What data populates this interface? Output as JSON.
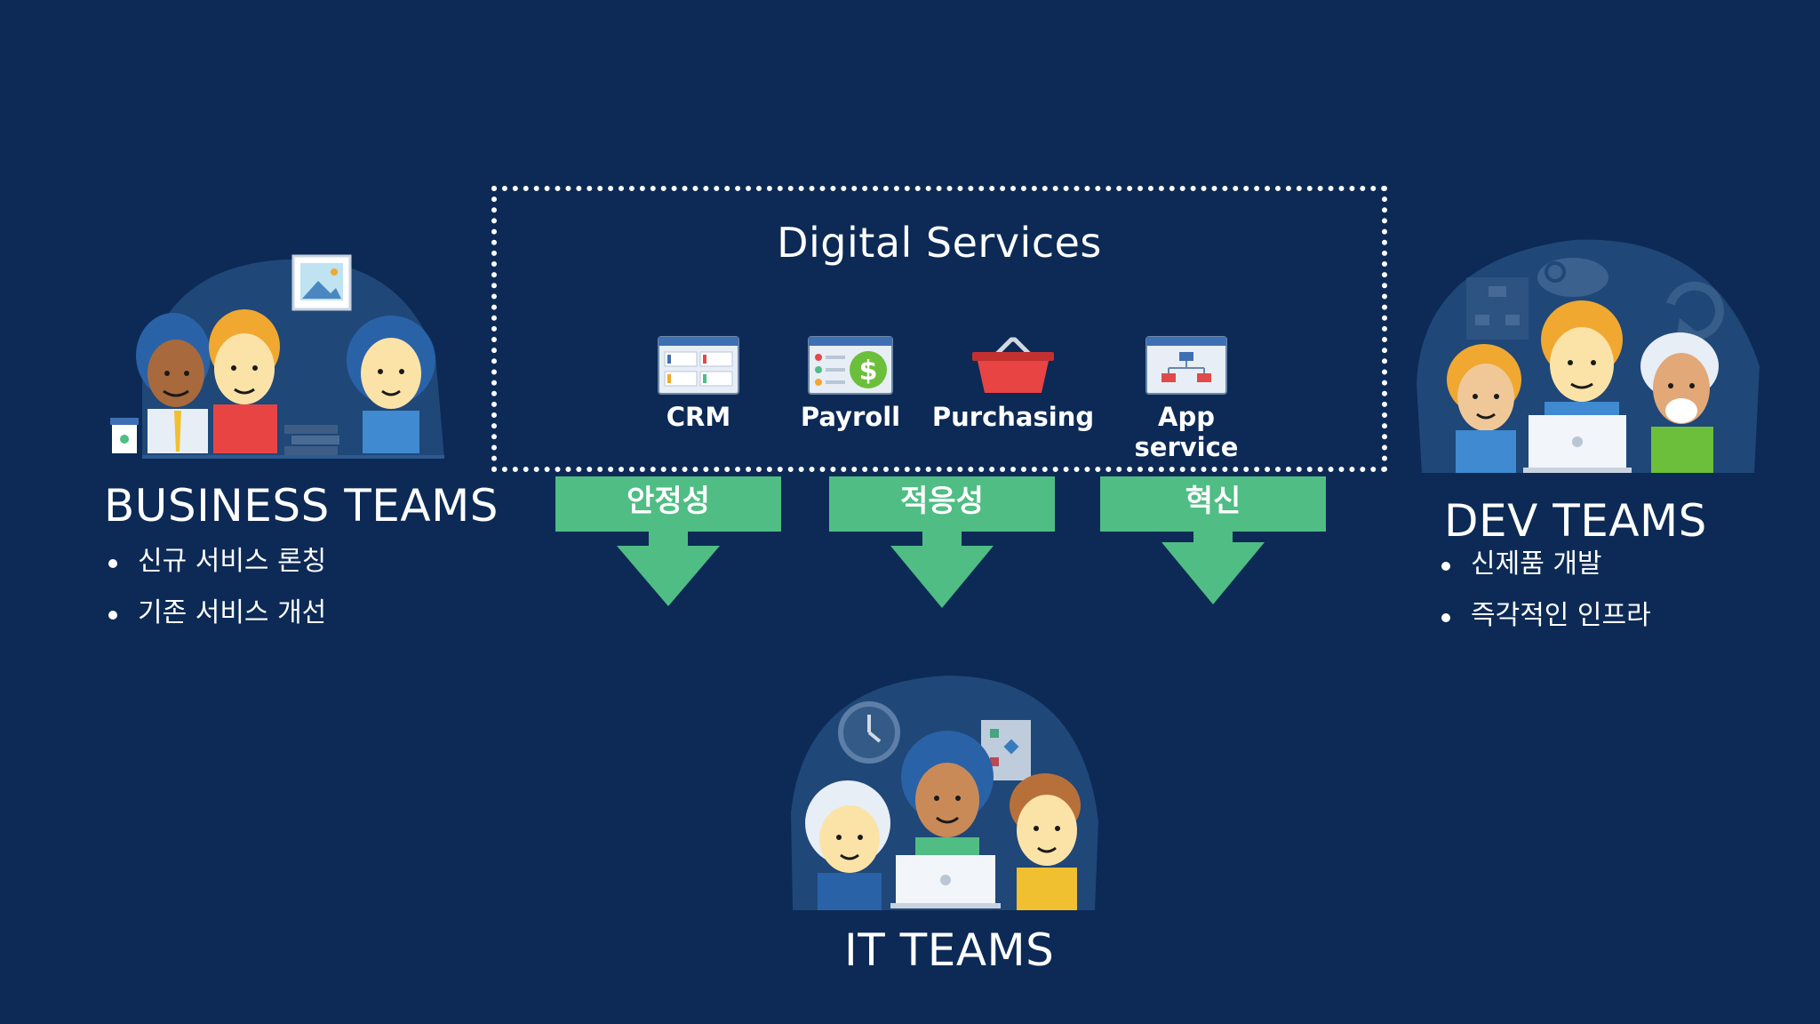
{
  "digital_services": {
    "title": "Digital Services",
    "services": [
      {
        "label": "CRM",
        "icon": "crm-window-icon"
      },
      {
        "label": "Payroll",
        "icon": "payroll-dollar-icon"
      },
      {
        "label": "Purchasing",
        "icon": "shopping-basket-icon"
      },
      {
        "label": "App service",
        "icon": "app-flowchart-icon"
      }
    ]
  },
  "arrows": [
    {
      "label": "안정성"
    },
    {
      "label": "적응성"
    },
    {
      "label": "혁신"
    }
  ],
  "business_teams": {
    "title": "BUSINESS TEAMS",
    "bullets": [
      "신규 서비스 론칭",
      "기존 서비스 개선"
    ]
  },
  "dev_teams": {
    "title": "DEV TEAMS",
    "bullets": [
      "신제품 개발",
      "즉각적인 인프라"
    ]
  },
  "it_teams": {
    "title": "IT TEAMS"
  },
  "colors": {
    "background": "#0c2a55",
    "arrow": "#4fbd84",
    "circle": "#1f4778"
  }
}
